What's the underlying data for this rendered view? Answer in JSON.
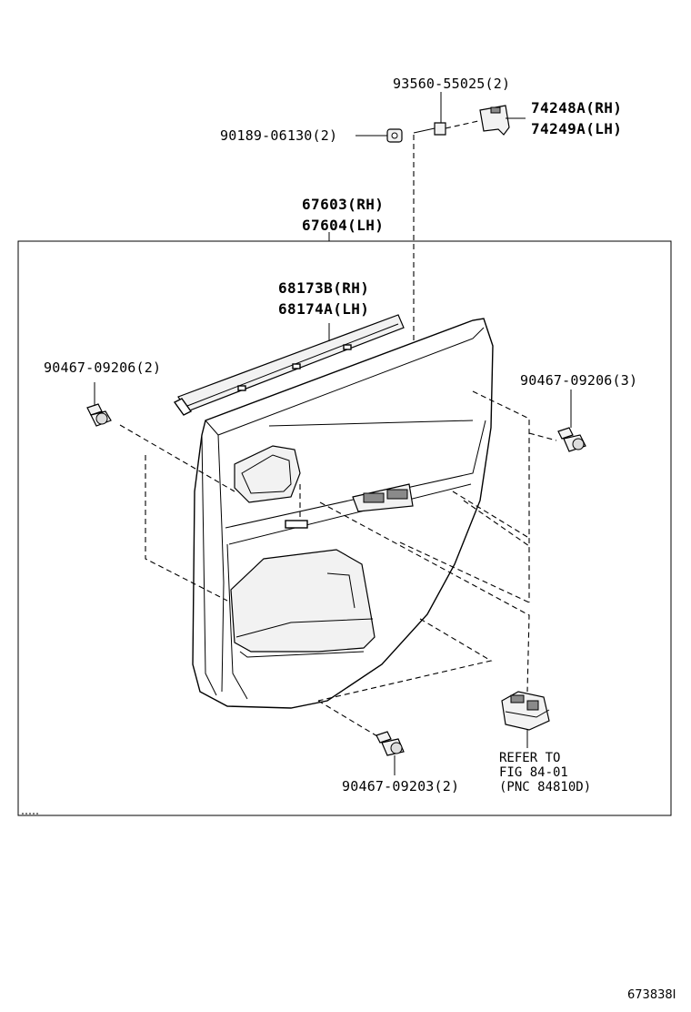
{
  "labels": {
    "screw_top": "93560-55025(2)",
    "clip_top": "90189-06130(2)",
    "cover_rh": "74248A(RH)",
    "cover_lh": "74249A(LH)",
    "board_rh": "67603(RH)",
    "board_lh": "67604(LH)",
    "strip_rh": "68173B(RH)",
    "strip_lh": "68174A(LH)",
    "clip_left": "90467-09206(2)",
    "clip_right": "90467-09206(3)",
    "clip_bottom": "90467-09203(2)",
    "refer_1": "REFER TO",
    "refer_2": "FIG 84-01",
    "refer_3": "(PNC 84810D)",
    "figure_code": "673838I"
  },
  "icons": {
    "screw": "screw-icon",
    "clip": "clip-icon",
    "cover": "switch-cover-icon",
    "board": "door-trim-board-icon",
    "strip": "weatherstrip-icon",
    "switch": "power-window-switch-icon"
  }
}
